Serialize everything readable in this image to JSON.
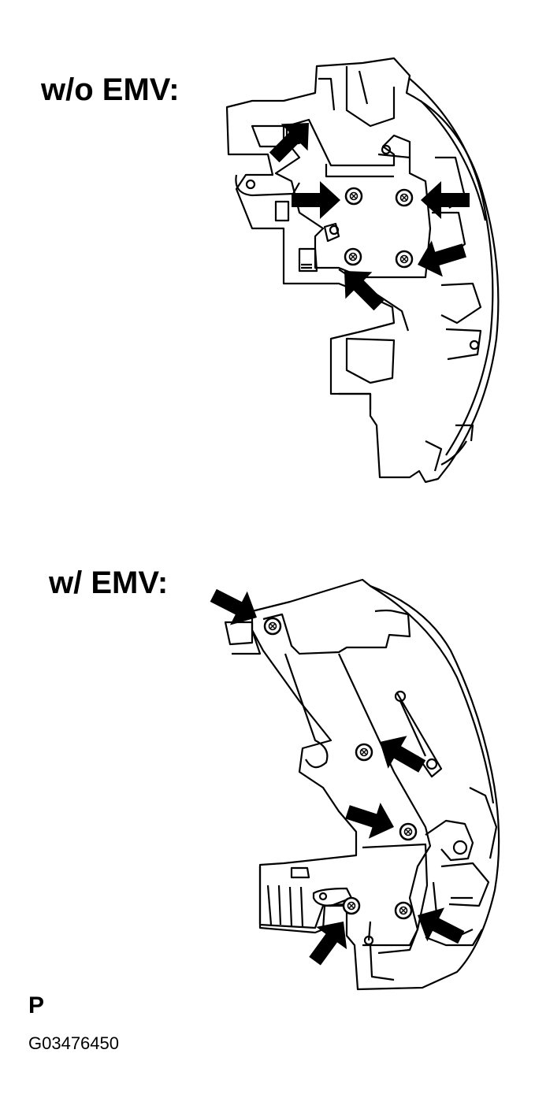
{
  "views": {
    "without": {
      "label": "w/o EMV:"
    },
    "with": {
      "label": "w/ EMV:"
    }
  },
  "footer": {
    "mark": "P",
    "code": "G03476450"
  },
  "colors": {
    "line": "#000000",
    "background": "#ffffff"
  }
}
